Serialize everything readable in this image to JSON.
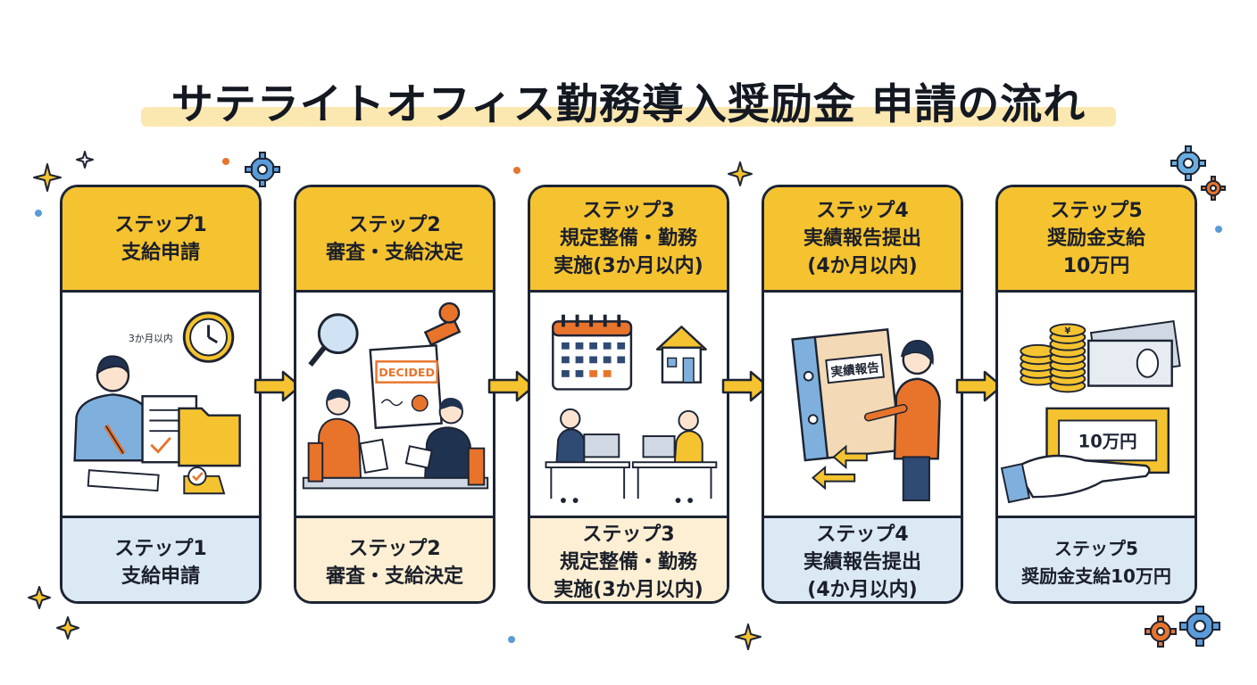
{
  "title": "サテライトオフィス勤務導入奨励金 申請の流れ",
  "steps": [
    {
      "head": [
        "ステップ1",
        "支給申請"
      ],
      "foot": [
        "ステップ1",
        "支給申請"
      ],
      "illus_label": "3か月以内"
    },
    {
      "head": [
        "ステップ2",
        "審査・支給決定"
      ],
      "foot": [
        "ステップ2",
        "審査・支給決定"
      ],
      "illus_label": "DECIDED"
    },
    {
      "head": [
        "ステップ3",
        "規定整備・勤務",
        "実施(3か月以内)"
      ],
      "foot": [
        "ステップ3",
        "規定整備・勤務",
        "実施(3か月以内)"
      ]
    },
    {
      "head": [
        "ステップ4",
        "実績報告提出",
        "(4か月以内)"
      ],
      "foot": [
        "ステップ4",
        "実績報告提出",
        "(4か月以内)"
      ],
      "illus_label": "実績報告"
    },
    {
      "head": [
        "ステップ5",
        "奨励金支給",
        "10万円"
      ],
      "foot": [
        "ステップ5",
        "奨励金支給10万円"
      ],
      "illus_label": "10万円",
      "coin_symbol": "¥"
    }
  ],
  "colors": {
    "yellow": "#f5c330",
    "outline": "#1d2433",
    "blue_panel": "#dbe9f5",
    "cream_panel": "#fcefd3",
    "orange": "#e8742c",
    "navy": "#2f4a73"
  }
}
